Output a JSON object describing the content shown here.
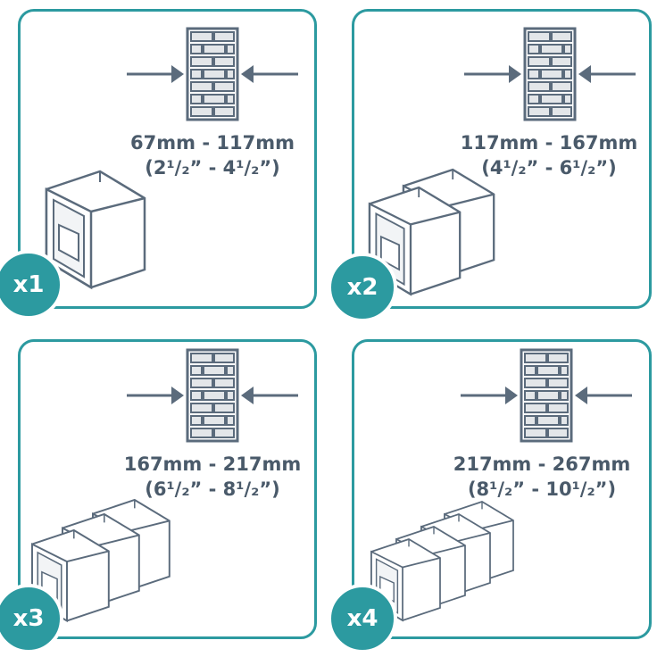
{
  "panels": [
    {
      "range_mm": "67mm - 117mm",
      "range_in": "(2¹/₂” - 4¹/₂”)",
      "qty": "x1"
    },
    {
      "range_mm": "117mm - 167mm",
      "range_in": "(4¹/₂” - 6¹/₂”)",
      "qty": "x2"
    },
    {
      "range_mm": "167mm - 217mm",
      "range_in": "(6¹/₂” - 8¹/₂”)",
      "qty": "x3"
    },
    {
      "range_mm": "217mm - 267mm",
      "range_in": "(8¹/₂” - 10¹/₂”)",
      "qty": "x4"
    }
  ],
  "colors": {
    "accent": "#2c9aa0",
    "text": "#4a5a6a",
    "line": "#5b6b7c"
  },
  "icons": [
    "brick-wall-icon",
    "arrow-right-icon",
    "arrow-left-icon",
    "sleeve-frame-icon"
  ]
}
